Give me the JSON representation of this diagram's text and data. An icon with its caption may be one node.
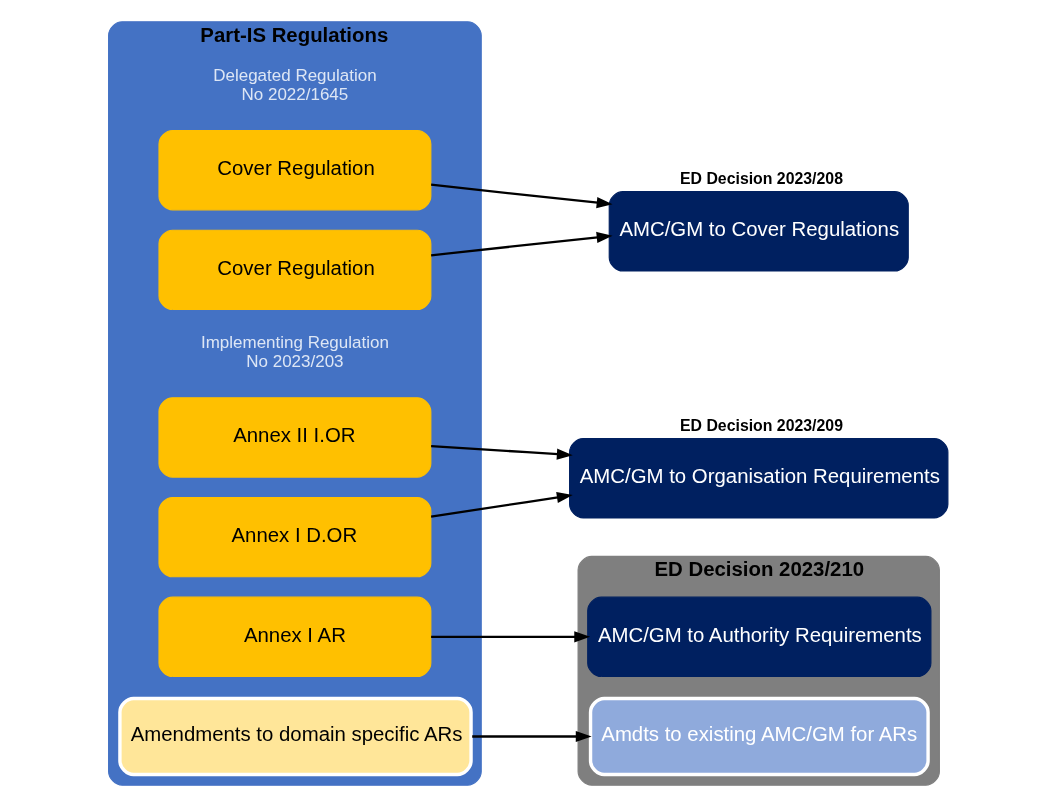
{
  "diagram": {
    "nodes": [
      {
        "text": [
          "Part-IS Regulations"
        ]
      },
      {
        "text": [
          "Cover Regulation"
        ],
        "in": 0
      },
      {
        "text": [
          "Annex I D.OR"
        ],
        "in": 0
      },
      {
        "text": [
          "Cover Regulation"
        ],
        "in": 0
      },
      {
        "text": [
          "Annex II I.OR"
        ],
        "in": 0
      },
      {
        "text": [
          "Annex I AR"
        ],
        "in": 0
      },
      {
        "text": [
          "Amendments to domain specific ARs"
        ],
        "in": 0
      },
      {
        "text": [
          "AMC/GM to Cover Regulations"
        ],
        "beside": [
          "ED Decision 2023/208"
        ]
      },
      {
        "text": [
          "AMC/GM to Organisation Requirements"
        ],
        "beside": [
          "ED Decision 2023/209"
        ]
      },
      {
        "text": [
          "ED Decision 2023/210"
        ]
      },
      {
        "text": [
          "AMC/GM to Authority Requirements"
        ],
        "in": 9
      },
      {
        "text": [
          "Amdts to existing AMC/GM for ARs"
        ],
        "in": 9
      }
    ],
    "edges": [
      {
        "from": 1,
        "to": 7,
        "arrow": "to"
      },
      {
        "from": 2,
        "to": 8,
        "arrow": "to"
      },
      {
        "from": 3,
        "to": 7,
        "arrow": "to"
      },
      {
        "from": 4,
        "to": 8,
        "arrow": "to"
      },
      {
        "from": 5,
        "to": 10,
        "arrow": "to"
      },
      {
        "from": 6,
        "to": 11,
        "arrow": "to"
      }
    ],
    "labels": [
      "Delegated Regulation No 2022/1645",
      "Implementing Regulation No 2023/203"
    ]
  }
}
